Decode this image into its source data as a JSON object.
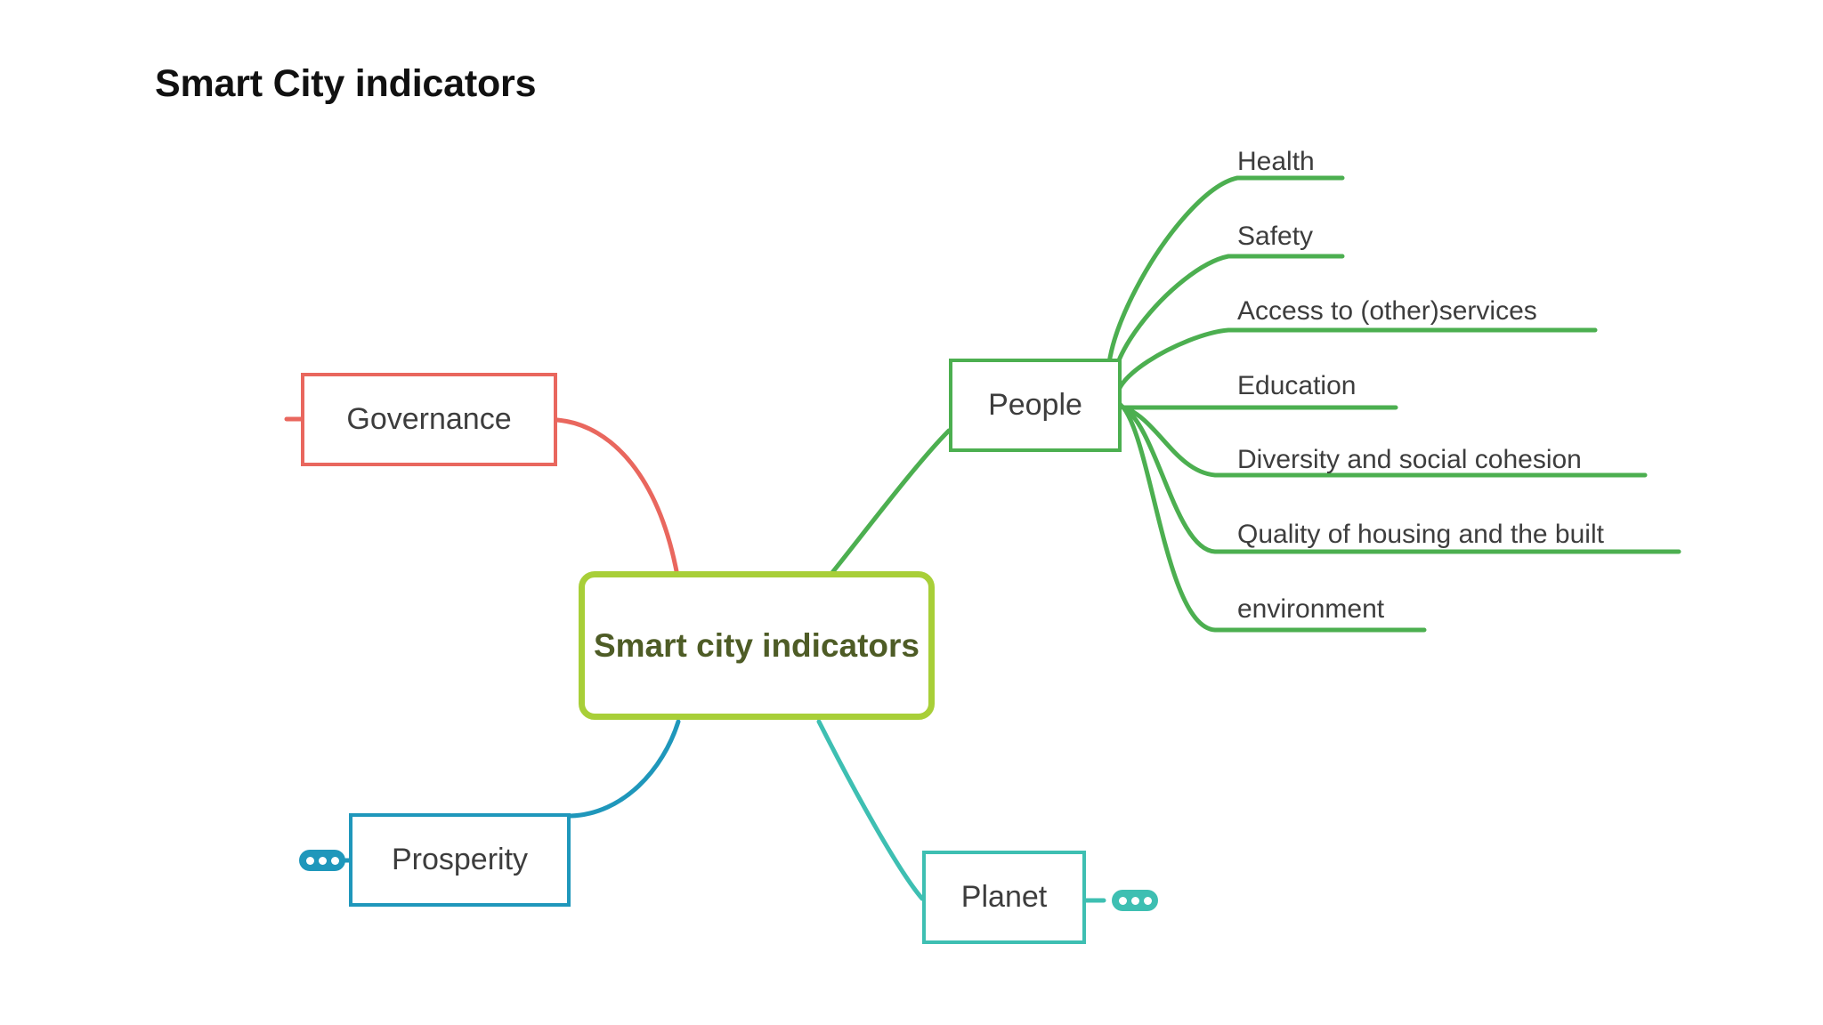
{
  "title": "Smart City indicators",
  "root": {
    "label": "Smart city indicators",
    "color": "#a8cf38",
    "text_color": "#4e5c26"
  },
  "branches": [
    {
      "id": "governance",
      "label": "Governance",
      "color": "#e9675e",
      "position": "upper-left",
      "collapsed_badge": false,
      "children": []
    },
    {
      "id": "people",
      "label": "People",
      "color": "#4caf50",
      "position": "right",
      "collapsed_badge": false,
      "children": [
        "Health",
        "Safety",
        "Access to (other)services",
        "Education",
        "Diversity and social cohesion",
        "Quality of housing and the built",
        "environment"
      ]
    },
    {
      "id": "prosperity",
      "label": "Prosperity",
      "color": "#1f97bb",
      "position": "lower-left",
      "collapsed_badge": true,
      "children": []
    },
    {
      "id": "planet",
      "label": "Planet",
      "color": "#3ebfb2",
      "position": "lower-right",
      "collapsed_badge": true,
      "children": []
    }
  ],
  "badges": {
    "collapsed_children_icon": "three-dots-pill",
    "dot_count": 3
  }
}
